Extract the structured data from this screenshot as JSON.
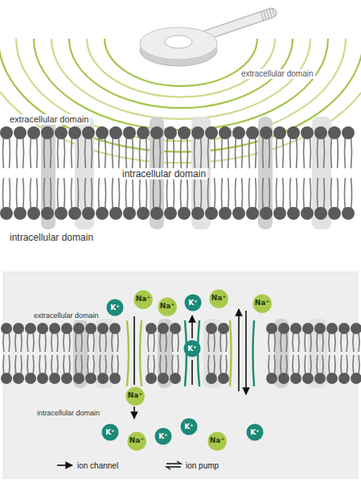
{
  "diagram": {
    "nodes": [
      {
        "text": [
          "K⁺"
        ]
      },
      {
        "text": [
          "Na⁺"
        ]
      },
      {
        "text": [
          "Na⁺"
        ]
      },
      {
        "text": [
          "K⁺"
        ]
      },
      {
        "text": [
          "Na⁺"
        ]
      },
      {
        "text": [
          "Na⁺"
        ]
      },
      {
        "text": [
          "K⁺"
        ]
      },
      {
        "text": [
          "Na⁺"
        ]
      },
      {
        "text": [
          "K⁺"
        ]
      },
      {
        "text": [
          "Na⁺"
        ]
      },
      {
        "text": [
          "K⁺"
        ]
      },
      {
        "text": [
          "K⁺"
        ]
      },
      {
        "text": [
          "Na⁺"
        ]
      },
      {
        "text": [
          "K⁺"
        ]
      }
    ],
    "labels": [
      "extracellular domain",
      "extracellular domain",
      "intracellular domain",
      "intracellular domain",
      "extracellular domain",
      "intracellular domain"
    ],
    "legend": [
      {
        "text": "ion channel"
      },
      {
        "text": "ion pump"
      }
    ]
  }
}
